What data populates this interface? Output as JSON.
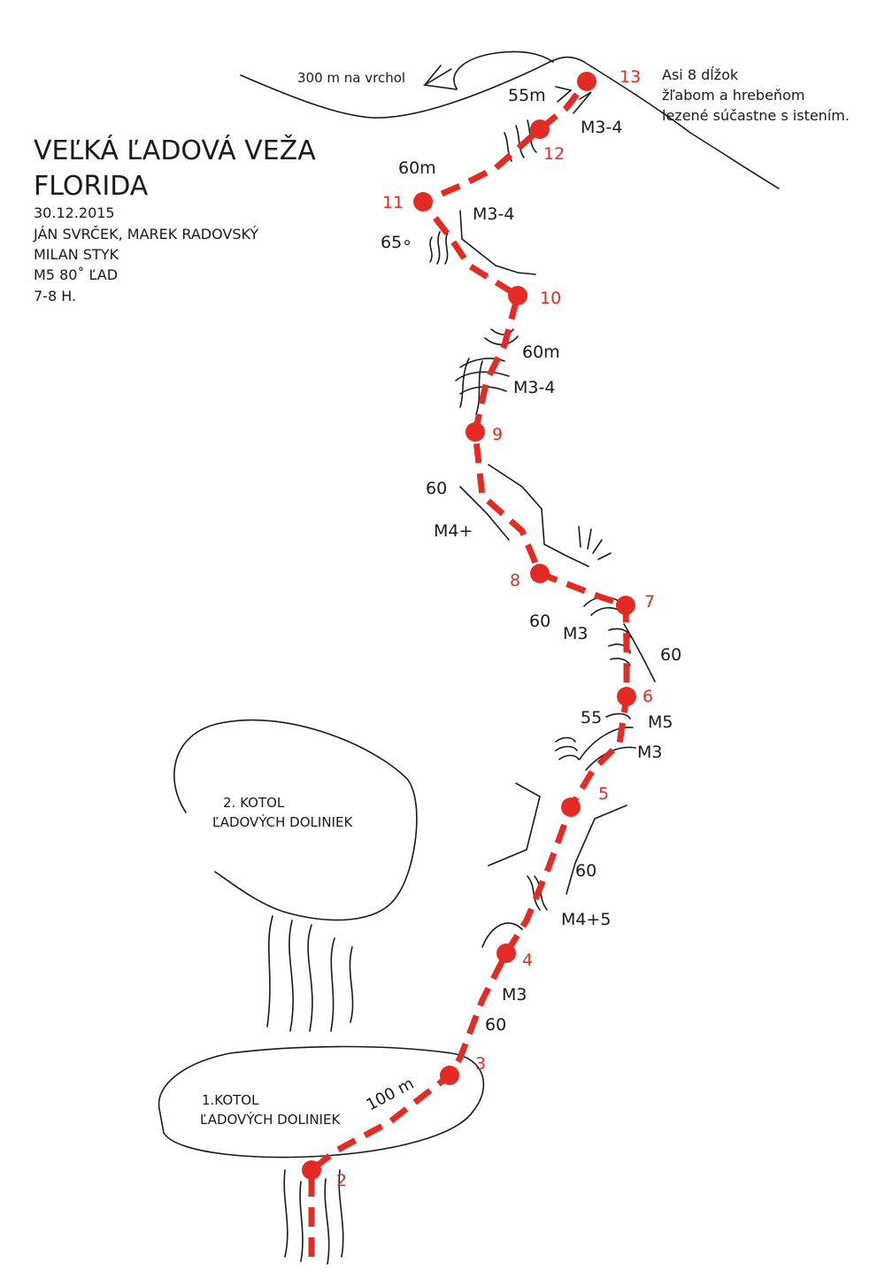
{
  "colors": {
    "route": "#e32b24",
    "line": "#1a1a1a",
    "background": "#ffffff"
  },
  "header": {
    "title_line1": "VEĽKÁ ĽADOVÁ VEŽA",
    "title_line2": "FLORIDA",
    "date": "30.12.2015",
    "climbers_line1": "JÁN SVRČEK, MAREK RADOVSKÝ",
    "climbers_line2": "MILAN STYK",
    "grade": "M5 80˚ ĽAD",
    "duration": "7-8 H."
  },
  "summit": {
    "arrow_label": "300 m na vrchol",
    "note_line1": "Asi 8 dĺžok",
    "note_line2": "žľabom a hrebeňom",
    "note_line3": "lezené súčastne s istením."
  },
  "cirques": {
    "upper_line1": "2. KOTOL",
    "upper_line2": "ĽADOVÝCH DOLINIEK",
    "lower_line1": "1.KOTOL",
    "lower_line2": "ĽADOVÝCH DOLINIEK"
  },
  "belays": [
    "2",
    "3",
    "4",
    "5",
    "6",
    "7",
    "8",
    "9",
    "10",
    "11",
    "12",
    "13"
  ],
  "pitch_labels": {
    "p2": "100 m",
    "p3_len": "60",
    "p3_grade": "M3",
    "p4_grade": "M4+5",
    "p4_len": "60",
    "p5_len": "55",
    "p5_grade_a": "M5",
    "p5_grade_b": "M3",
    "p6_len": "60",
    "p7_len": "60",
    "p7_grade": "M3",
    "p8_len": "60",
    "p8_grade": "M4+",
    "p9_grade": "M3-4",
    "p9_len": "60m",
    "p10_angle": "65∘",
    "p10_grade": "M3-4",
    "p11_len": "60m",
    "p12_grade": "M3-4",
    "p12_len": "55m"
  }
}
